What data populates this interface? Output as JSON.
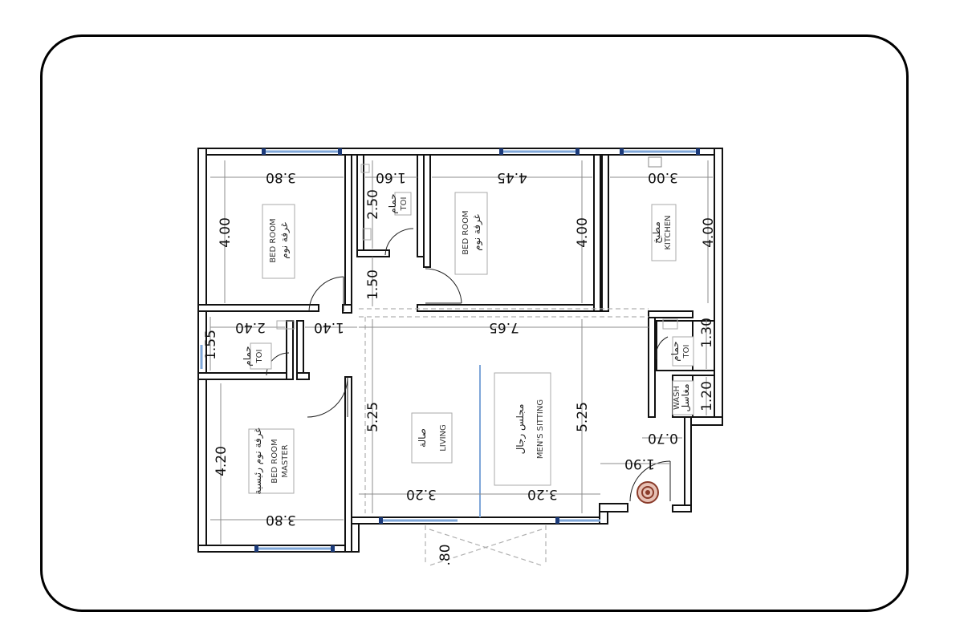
{
  "rooms": {
    "bedroom_top": {
      "en": "BED ROOM",
      "ar": "غرفة نوم"
    },
    "bedroom_mid": {
      "en": "BED ROOM",
      "ar": "غرفة نوم"
    },
    "kitchen": {
      "en": "KITCHEN",
      "ar": "مطبخ"
    },
    "toilet_top": {
      "en": "TOI",
      "ar": "حمام"
    },
    "toilet_left": {
      "en": "TOI",
      "ar": "حمام"
    },
    "toilet_right": {
      "en": "TOI",
      "ar": "حمام"
    },
    "wash": {
      "en": "WASH",
      "ar": "مغاسل"
    },
    "master": {
      "en": "BED ROOM",
      "en2": "MASTER",
      "ar": "غرفة نوم رئيسية"
    },
    "living": {
      "en": "LIVING",
      "ar": "صالة"
    },
    "mens_sitting": {
      "en": "MEN'S SITTING",
      "ar": "مجلس رجال"
    }
  },
  "dimensions": {
    "bed1_width": "3.80",
    "bed1_height": "4.00",
    "toi_top_width": "1.60",
    "toi_top_height": "2.50",
    "bed2_width": "4.45",
    "bed2_height": "4.00",
    "kitchen_width": "3.00",
    "kitchen_height": "4.00",
    "corridor": "1.50",
    "toi_left_width": "2.40",
    "toi_left_height": "1.55",
    "hall_width": "1.40",
    "living_total": "7.65",
    "toi_right_height": "1.30",
    "wash_height": "1.20",
    "master_height": "4.20",
    "master_width": "3.80",
    "living_height_left": "5.25",
    "living_height_right": "5.25",
    "living_width": "3.20",
    "sitting_width": "3.20",
    "entry_width": "1.90",
    "entry_offset": "0.70",
    "stair": ".80"
  }
}
